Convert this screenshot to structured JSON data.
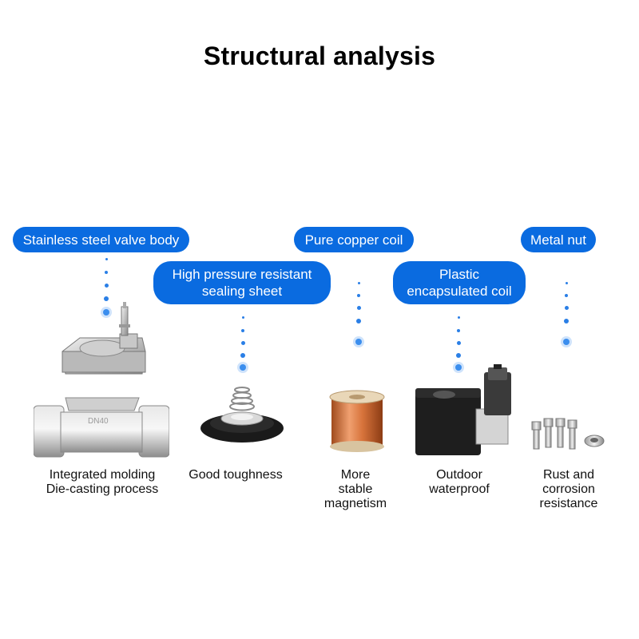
{
  "title": "Structural analysis",
  "colors": {
    "accent": "#0a6be0",
    "text": "#111111",
    "background": "#ffffff"
  },
  "labels": {
    "valve_body": "Stainless steel valve body",
    "sealing_sheet_line1": "High pressure resistant",
    "sealing_sheet_line2": "sealing sheet",
    "copper_coil": "Pure copper coil",
    "encapsulated_coil_line1": "Plastic",
    "encapsulated_coil_line2": "encapsulated coil",
    "metal_nut": "Metal nut"
  },
  "captions": {
    "valve_line1": "Integrated molding",
    "valve_line2": "Die-casting process",
    "sealing": "Good toughness",
    "copper_line1": "More",
    "copper_line2": "stable",
    "copper_line3": "magnetism",
    "coil_line1": "Outdoor",
    "coil_line2": "waterproof",
    "nut_line1": "Rust and",
    "nut_line2": "corrosion",
    "nut_line3": "resistance"
  },
  "icons": [
    "valve-cover-image",
    "valve-body-image",
    "diaphragm-spring-image",
    "copper-wire-spool-image",
    "solenoid-coil-image",
    "bolts-and-nut-image"
  ]
}
